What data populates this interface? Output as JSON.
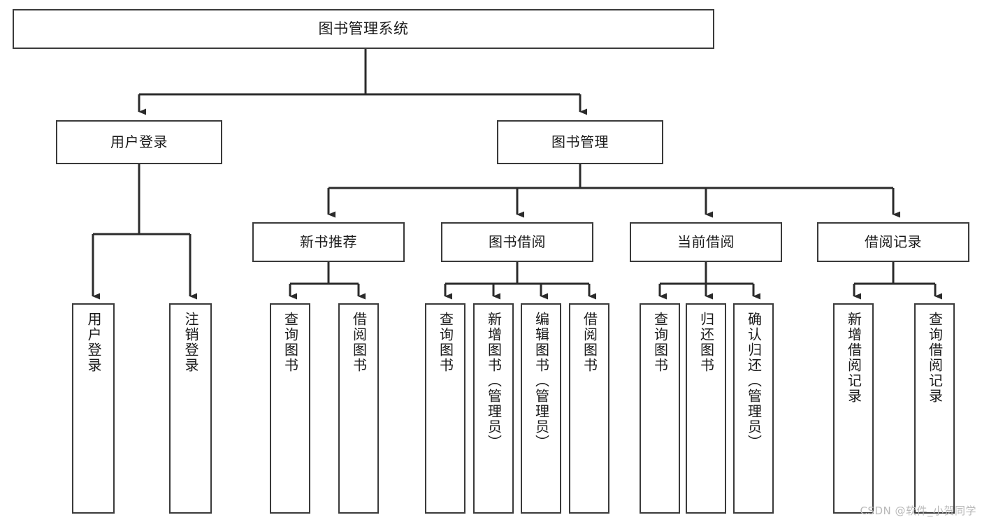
{
  "diagram": {
    "title": "图书管理系统",
    "type": "tree",
    "watermark": "CSDN @软件_小贺同学",
    "colors": {
      "background": "#ffffff",
      "box_border": "#3a3a3a",
      "box_fill": "#ffffff",
      "edge": "#2b2b2b",
      "text": "#1a1a1a",
      "watermark": "#b9b9b9"
    }
  },
  "nodes": {
    "root": {
      "label": "图书管理系统"
    },
    "level2": [
      {
        "label": "用户登录"
      },
      {
        "label": "图书管理"
      }
    ],
    "level3": [
      {
        "label": "新书推荐"
      },
      {
        "label": "图书借阅"
      },
      {
        "label": "当前借阅"
      },
      {
        "label": "借阅记录"
      }
    ],
    "leaves": {
      "user_login": [
        {
          "label": "用户登录"
        },
        {
          "label": "注销登录"
        }
      ],
      "new_book_recommend": [
        {
          "label": "查询图书"
        },
        {
          "label": "借阅图书"
        }
      ],
      "book_borrow": [
        {
          "label": "查询图书"
        },
        {
          "label": "新增图书（管理员）"
        },
        {
          "label": "编辑图书（管理员）"
        },
        {
          "label": "借阅图书"
        }
      ],
      "current_borrow": [
        {
          "label": "查询图书"
        },
        {
          "label": "归还图书"
        },
        {
          "label": "确认归还（管理员）"
        }
      ],
      "borrow_record": [
        {
          "label": "新增借阅记录"
        },
        {
          "label": "查询借阅记录"
        }
      ]
    }
  }
}
